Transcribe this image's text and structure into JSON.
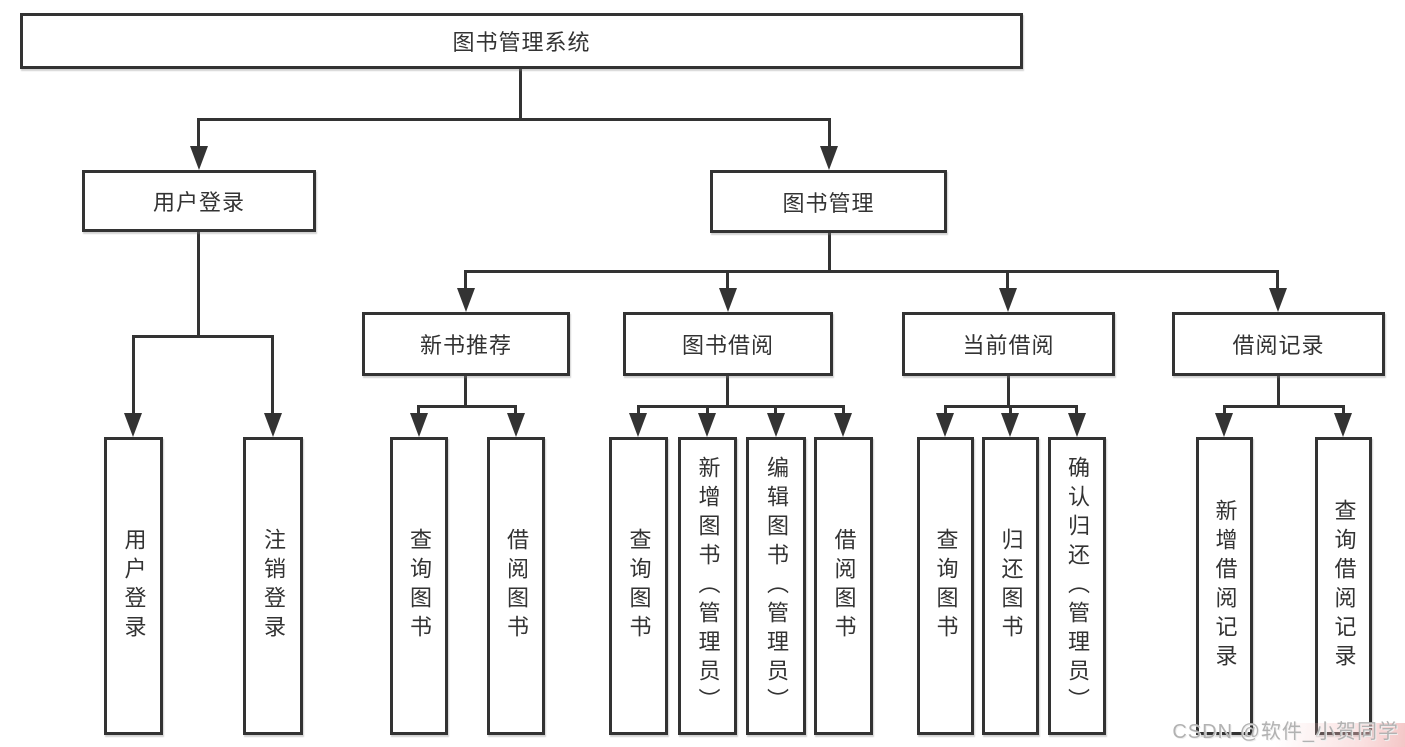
{
  "nodes": {
    "root": "图书管理系统",
    "user_login": "用户登录",
    "book_management": "图书管理",
    "new_book_recommend": "新书推荐",
    "book_borrow": "图书借阅",
    "current_borrow": "当前借阅",
    "borrow_records": "借阅记录"
  },
  "leaves": {
    "user_login": "用户登录",
    "logout": "注销登录",
    "query_books_recommend": "查询图书",
    "borrow_books_recommend": "借阅图书",
    "query_books_borrow": "查询图书",
    "add_book_admin": "新增图书（管理员）",
    "edit_book_admin": "编辑图书（管理员）",
    "borrow_books_borrow": "借阅图书",
    "query_books_current": "查询图书",
    "return_book": "归还图书",
    "confirm_return_admin": "确认归还（管理员）",
    "add_borrow_record": "新增借阅记录",
    "query_borrow_record": "查询借阅记录"
  },
  "watermark": "CSDN @软件_小贺同学",
  "colors": {
    "line": "#333333",
    "text": "#333333",
    "watermark": "#b2b2b2",
    "background": "#ffffff",
    "corner_tint": "#f3bbbb"
  }
}
